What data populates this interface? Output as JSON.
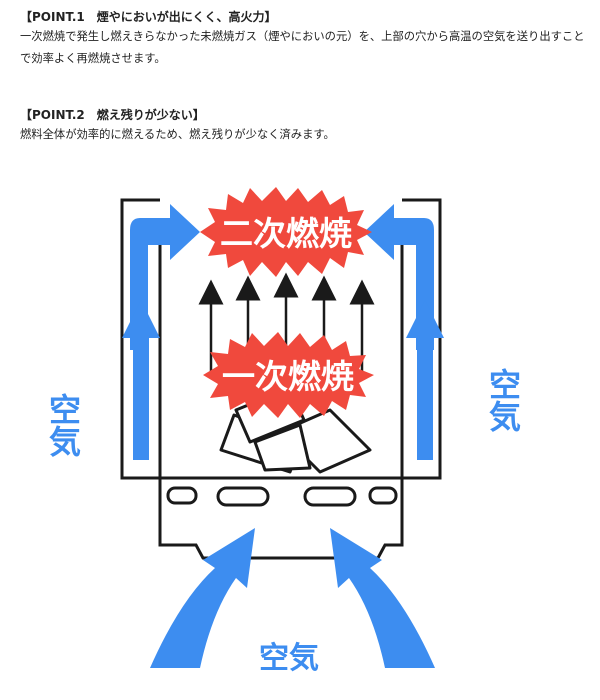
{
  "points": [
    {
      "title": "【POINT.1　煙やにおいが出にくく、高火力】",
      "body": "一次燃焼で発生し燃えきらなかった未燃焼ガス（煙やにおいの元）を、上部の穴から高温の空気を送り出すことで効率よく再燃焼させます。"
    },
    {
      "title": "【POINT.2　燃え残りが少ない】",
      "body": "燃料全体が効率的に燃えるため、燃え残りが少なく済みます。"
    }
  ],
  "diagram": {
    "secondary_combustion": "二次燃焼",
    "primary_combustion": "一次燃焼",
    "air_left": "空気",
    "air_right": "空気",
    "air_bottom": "空気",
    "colors": {
      "air_blue": "#3d8df0",
      "flame_red": "#f0493d",
      "outline": "#1a1a1a"
    }
  }
}
